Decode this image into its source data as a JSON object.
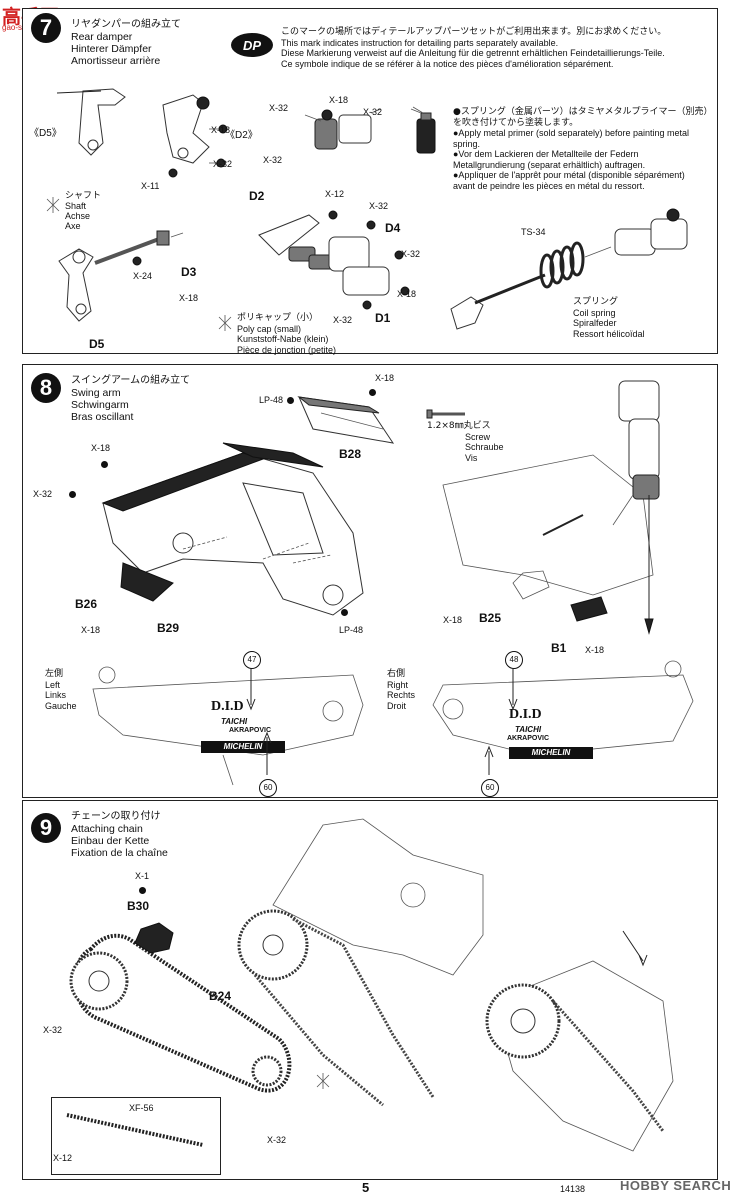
{
  "watermark": {
    "cn": "高手网",
    "url": "gao-shou.net"
  },
  "step7": {
    "number": "7",
    "title_jp": "リヤダンパーの組み立て",
    "title_en": "Rear damper",
    "title_de": "Hinterer Dämpfer",
    "title_fr": "Amortisseur arrière",
    "dp_badge": "DP",
    "dp_note": {
      "jp": "このマークの場所ではディテールアップパーツセットがご利用出来ます。別にお求めください。",
      "en": "This mark indicates instruction for detailing parts separately available.",
      "de": "Diese Markierung verweist auf die Anleitung für die getrennt erhältlichen Feindetaillierungs-Teile.",
      "fr": "Ce symbole indique de se référer à la notice des pièces d'amélioration séparément."
    },
    "primer_note": {
      "jp": "●スプリング（金属パーツ）はタミヤメタルプライマー（別売）を吹き付けてから塗装します。",
      "en": "●Apply metal primer (sold separately) before painting metal spring.",
      "de": "●Vor dem Lackieren der Metallteile der Federn Metallgrundierung (separat erhältlich) auftragen.",
      "fr": "●Appliquer de l'apprêt pour métal (disponible séparément) avant de peindre les pièces en métal du ressort."
    },
    "labels": {
      "d5_bracket": "《D5》",
      "d2_bracket": "《D2》",
      "d2": "D2",
      "d4": "D4",
      "d1": "D1",
      "d3": "D3",
      "d5": "D5",
      "ts34": "TS-34",
      "x18": "X-18",
      "x32": "X-32",
      "x11": "X-11",
      "x12": "X-12",
      "x24": "X-24"
    },
    "shaft": {
      "jp": "シャフト",
      "en": "Shaft",
      "de": "Achse",
      "fr": "Axe"
    },
    "polycap": {
      "jp": "ポリキャップ（小）",
      "en": "Poly cap (small)",
      "de": "Kunststoff-Nabe (klein)",
      "fr": "Pièce de jonction (petite)"
    },
    "spring": {
      "jp": "スプリング",
      "en": "Coil spring",
      "de": "Spiralfeder",
      "fr": "Ressort hélicoïdal"
    }
  },
  "step8": {
    "number": "8",
    "title_jp": "スイングアームの組み立て",
    "title_en": "Swing arm",
    "title_de": "Schwingarm",
    "title_fr": "Bras oscillant",
    "labels": {
      "lp48": "LP-48",
      "x18": "X-18",
      "x32": "X-32",
      "b28": "B28",
      "b26": "B26",
      "b29": "B29",
      "b25": "B25",
      "b1": "B1",
      "decal47": "47",
      "decal48": "48",
      "decal60": "60"
    },
    "screw": {
      "size": "1.2×8㎜丸ビス",
      "en": "Screw",
      "de": "Schraube",
      "fr": "Vis"
    },
    "left": {
      "jp": "左側",
      "en": "Left",
      "de": "Links",
      "fr": "Gauche"
    },
    "right": {
      "jp": "右側",
      "en": "Right",
      "de": "Rechts",
      "fr": "Droit"
    },
    "decal_text": {
      "did": "D.I.D",
      "taichi": "TAICHI",
      "akrapovic": "AKRAPOVIC",
      "michelin": "MICHELIN"
    }
  },
  "step9": {
    "number": "9",
    "title_jp": "チェーンの取り付け",
    "title_en": "Attaching chain",
    "title_de": "Einbau der Kette",
    "title_fr": "Fixation de la chaîne",
    "labels": {
      "x1": "X-1",
      "b30": "B30",
      "b24": "B24",
      "x32": "X-32",
      "xf56": "XF-56",
      "x12": "X-12"
    }
  },
  "footer": {
    "page_number": "5",
    "code": "14138",
    "brand": "HOBBY SEARCH"
  },
  "colors": {
    "ink": "#111111",
    "paper": "#ffffff",
    "watermark": "#d22020"
  }
}
